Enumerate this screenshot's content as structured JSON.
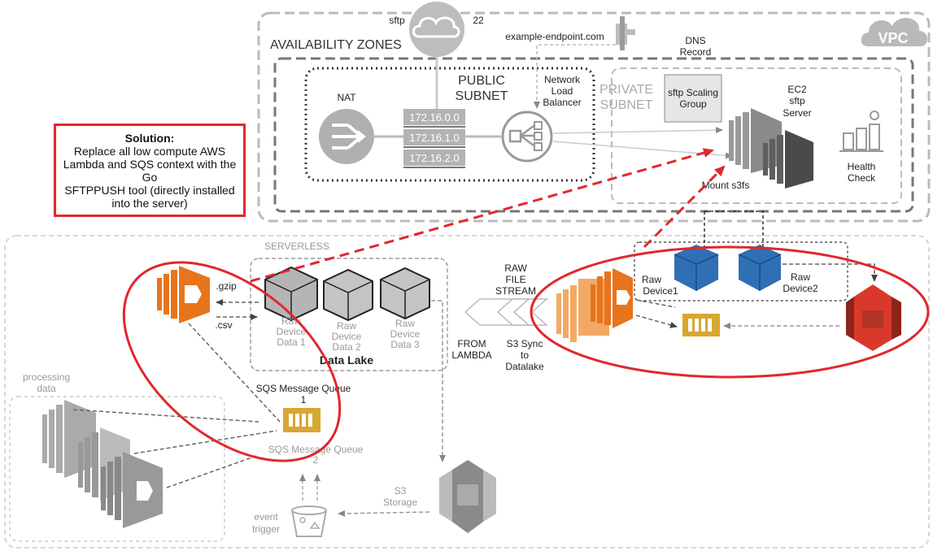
{
  "labels": {
    "sftp": "sftp",
    "port": "22",
    "endpoint": "example-endpoint.com",
    "dns": [
      "DNS",
      "Record"
    ],
    "vpc": "VPC",
    "availability_zones": "AVAILABILITY ZONES",
    "public_subnet": [
      "PUBLIC",
      "SUBNET"
    ],
    "private_subnet": [
      "PRIVATE",
      "SUBNET"
    ],
    "nat": "NAT",
    "nlb": [
      "Network",
      "Load",
      "Balancer"
    ],
    "ips": [
      "172.16.0.0",
      "172.16.1.0",
      "172.16.2.0"
    ],
    "scaling_group": [
      "sftp Scaling",
      "Group"
    ],
    "ec2": [
      "EC2",
      "sftp",
      "Server"
    ],
    "health": [
      "Health",
      "Check"
    ],
    "mount": "Mount s3fs",
    "raw_device1": [
      "Raw",
      "Device1"
    ],
    "raw_device2": [
      "Raw",
      "Device2"
    ],
    "serverless": "SERVERLESS",
    "gzip": ".gzip",
    "csv": ".csv",
    "device_data": [
      [
        "Raw",
        "Device",
        "Data 1"
      ],
      [
        "Raw",
        "Device",
        "Data 2"
      ],
      [
        "Raw",
        "Device",
        "Data 3"
      ]
    ],
    "data_lake": "Data Lake",
    "raw_file_stream": [
      "RAW",
      "FILE",
      "STREAM"
    ],
    "from_lambda": [
      "FROM",
      "LAMBDA"
    ],
    "s3_sync": [
      "S3 Sync",
      "to",
      "Datalake"
    ],
    "sqs1": [
      "SQS Message Queue",
      "1"
    ],
    "sqs2": [
      "SQS Message Queue",
      "2"
    ],
    "processing": [
      "processing",
      "data"
    ],
    "s3_storage": [
      "S3",
      "Storage"
    ],
    "event_trigger": [
      "event",
      "trigger"
    ]
  },
  "solution": {
    "title": "Solution:",
    "lines": [
      "Replace all low compute AWS",
      "Lambda and SQS context with the Go",
      "SFTPPUSH tool (directly  installed",
      "into the server)"
    ]
  },
  "colors": {
    "accent_red": "#e0282e",
    "lambda_orange": "#e8741c",
    "ebs_blue": "#2f6fb5",
    "s3_red": "#d9392b",
    "sqs_gold": "#d9a630"
  }
}
